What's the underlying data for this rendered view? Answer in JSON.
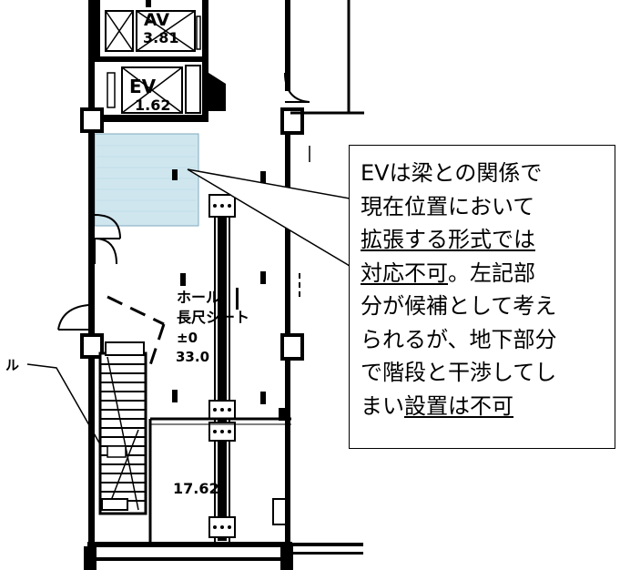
{
  "plan_labels": {
    "av_room": "AV",
    "av_area": "3.81",
    "ev_room": "EV",
    "ev_area": "1.62",
    "hall_name_line1": "ホール",
    "hall_name_line2": "長尺シート",
    "hall_level": "±0",
    "hall_area": "33.0",
    "lower_area": "17.62",
    "left_cut_label": "ル"
  },
  "callout": {
    "lines": [
      {
        "parts": [
          {
            "text": "EVは梁との関係で",
            "underline": false
          }
        ]
      },
      {
        "parts": [
          {
            "text": "現在位置において",
            "underline": false
          }
        ]
      },
      {
        "parts": [
          {
            "text": "拡張する形式では",
            "underline": true
          }
        ]
      },
      {
        "parts": [
          {
            "text": "対応不可",
            "underline": true
          },
          {
            "text": "。左記部",
            "underline": false
          }
        ]
      },
      {
        "parts": [
          {
            "text": "分が候補として考え",
            "underline": false
          }
        ]
      },
      {
        "parts": [
          {
            "text": "られるが、地下部分",
            "underline": false
          }
        ]
      },
      {
        "parts": [
          {
            "text": "で階段と干渉してし",
            "underline": false
          }
        ]
      },
      {
        "parts": [
          {
            "text": "まい",
            "underline": false
          },
          {
            "text": "設置は不可",
            "underline": true
          }
        ]
      }
    ]
  },
  "colors": {
    "highlight_fill": "#cfe6ef",
    "highlight_stroke": "#7fa9bd",
    "line": "#000000"
  }
}
